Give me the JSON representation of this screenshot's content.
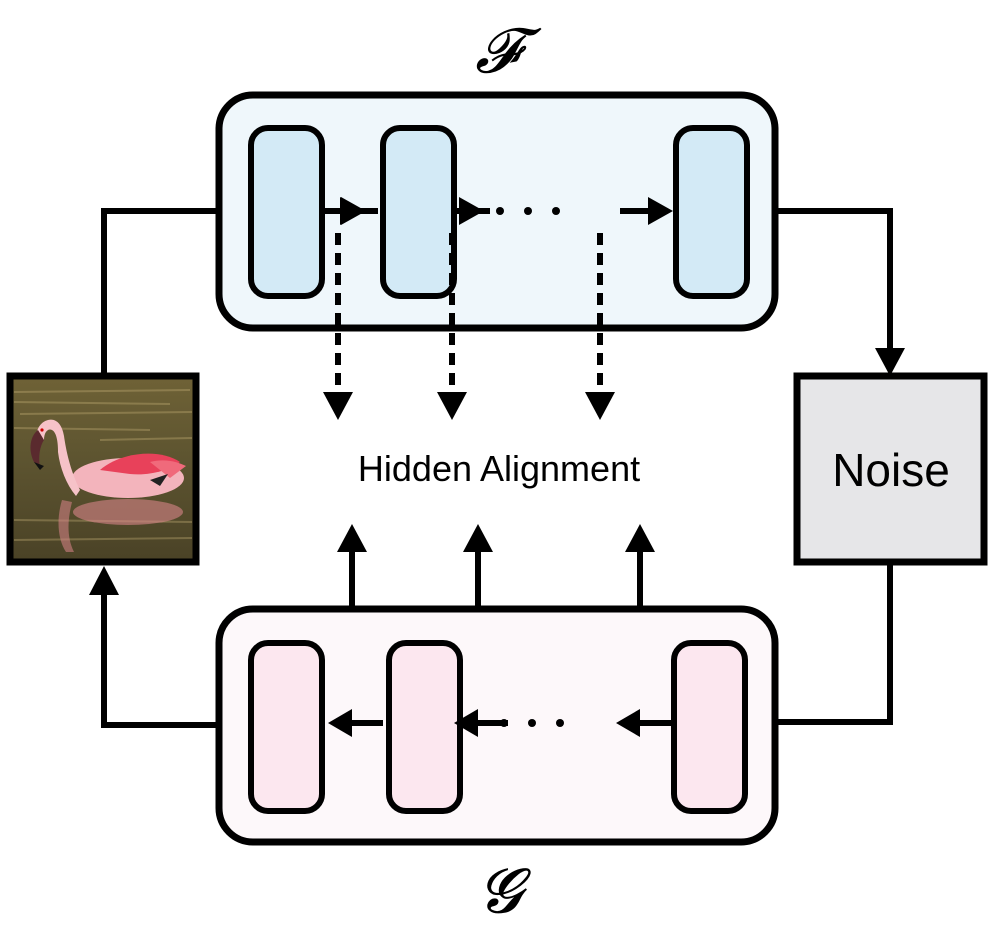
{
  "title": "Hidden alignment between encoder F and decoder G",
  "encoder": {
    "symbol": "𝓕",
    "name": "F",
    "fill": "#EFF7FB",
    "block_fill": "#D3EAF6",
    "blocks": 3,
    "ellipsis": "· · ·"
  },
  "decoder": {
    "symbol": "𝓖",
    "name": "G",
    "fill": "#FDF8FA",
    "block_fill": "#FCE7EF",
    "blocks": 3,
    "ellipsis": "· · ·"
  },
  "center": {
    "label": "Hidden Alignment"
  },
  "noise": {
    "label": "Noise",
    "fill": "#E6E6E8"
  },
  "image": {
    "description": "flamingo-photo",
    "alt": "Pink flamingo swimming in water"
  },
  "colors": {
    "stroke": "#000000",
    "background": "#FFFFFF"
  }
}
